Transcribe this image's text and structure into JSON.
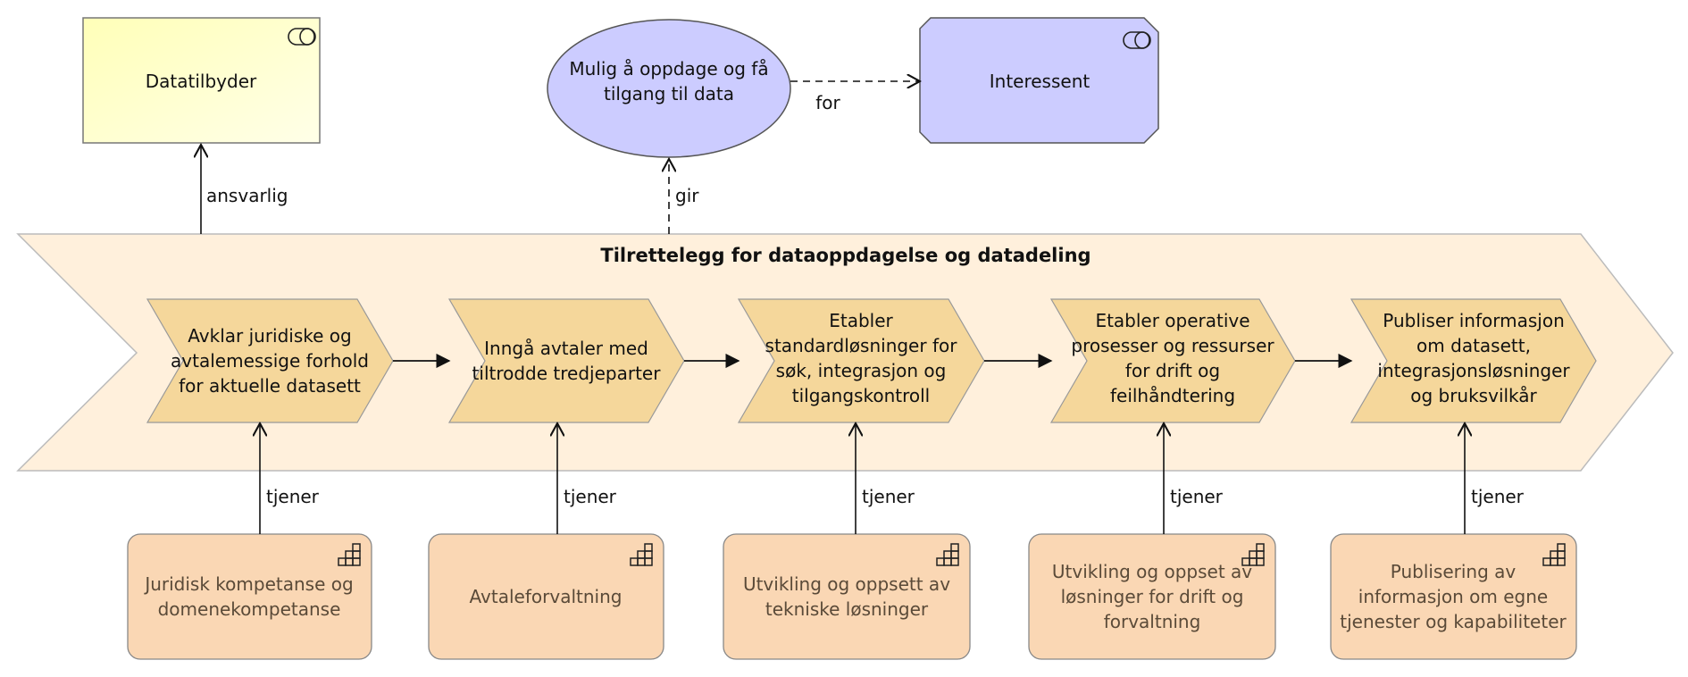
{
  "colors": {
    "actor_fill": "#ffffc8",
    "goal_fill": "#ccccff",
    "value_stream_fill": "#fff0dc",
    "stage_fill": "#f5d79b",
    "capability_fill": "#fad7b4",
    "capability_text": "#5a4a38",
    "stroke": "#222222"
  },
  "actors": {
    "provider": {
      "label": "Datatilbyder",
      "icon": "role-icon"
    },
    "stakeholder": {
      "label": "Interessent",
      "icon": "role-icon"
    }
  },
  "value": {
    "line1": "Mulig å oppdage og få",
    "line2": "tilgang til data"
  },
  "value_stream": {
    "title": "Tilrettelegg for dataoppdagelse og datadeling"
  },
  "stages": [
    {
      "lines": [
        "Avklar juridiske og",
        "avtalemessige forhold",
        "for aktuelle datasett"
      ]
    },
    {
      "lines": [
        "Inngå avtaler med",
        "tiltrodde tredjeparter"
      ]
    },
    {
      "lines": [
        "Etabler",
        "standardløsninger for",
        "søk, integrasjon og",
        "tilgangskontroll"
      ]
    },
    {
      "lines": [
        "Etabler operative",
        "prosesser og ressurser",
        "for drift og",
        "feilhåndtering"
      ]
    },
    {
      "lines": [
        "Publiser informasjon",
        "om datasett,",
        "integrasjonsløsninger",
        "og bruksvilkår"
      ]
    }
  ],
  "capabilities": [
    {
      "lines": [
        "Juridisk kompetanse og",
        "domenekompetanse"
      ],
      "icon": "capability-icon"
    },
    {
      "lines": [
        "Avtaleforvaltning"
      ],
      "icon": "capability-icon"
    },
    {
      "lines": [
        "Utvikling og oppsett av",
        "tekniske løsninger"
      ],
      "icon": "capability-icon"
    },
    {
      "lines": [
        "Utvikling og oppset av",
        "løsninger for drift og",
        "forvaltning"
      ],
      "icon": "capability-icon"
    },
    {
      "lines": [
        "Publisering av",
        "informasjon om egne",
        "tjenester og kapabiliteter"
      ],
      "icon": "capability-icon"
    }
  ],
  "relations": {
    "responsible": "ansvarlig",
    "gives": "gir",
    "for": "for",
    "serves": [
      "tjener",
      "tjener",
      "tjener",
      "tjener",
      "tjener"
    ]
  }
}
